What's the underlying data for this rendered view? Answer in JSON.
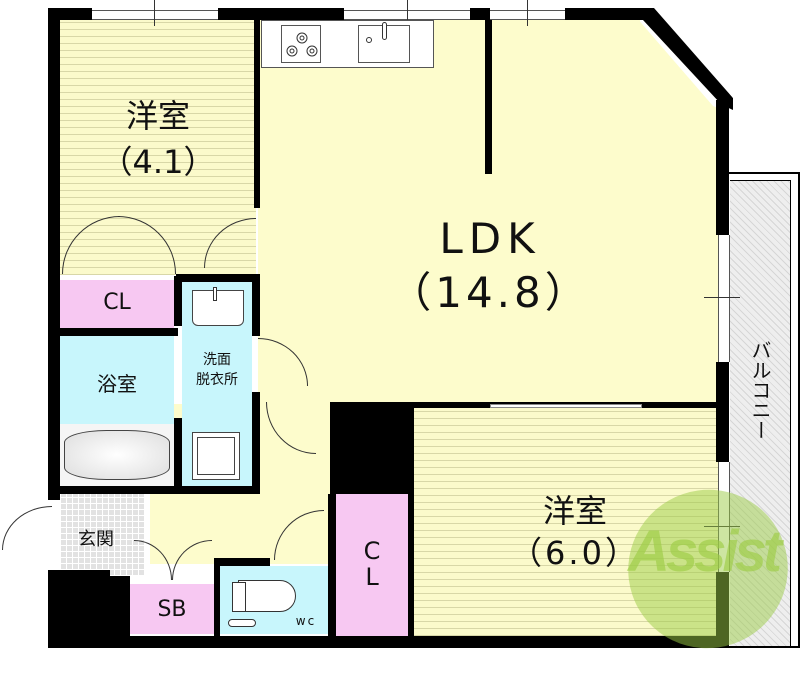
{
  "floorplan": {
    "rooms": {
      "western_room_1": {
        "name": "洋室",
        "size": "（4.1）"
      },
      "ldk": {
        "name": "LDK",
        "size": "（14.8）"
      },
      "western_room_2": {
        "name": "洋室",
        "size": "（6.0）"
      },
      "closet_1": {
        "name": "CL"
      },
      "closet_2": {
        "name": "C\nL",
        "line1": "C",
        "line2": "L"
      },
      "bathroom": {
        "name": "浴室"
      },
      "washroom": {
        "name_line1": "洗面",
        "name_line2": "脱衣所"
      },
      "entrance": {
        "name": "玄関"
      },
      "shoe_box": {
        "name": "SB"
      },
      "toilet": {
        "name": "WC"
      },
      "balcony": {
        "name": "バルコニー"
      }
    },
    "watermark": {
      "text": "Assist"
    },
    "colors": {
      "wood_floor": "#fbfacb",
      "ldk_floor": "#fdfccc",
      "closet": "#f7c8f2",
      "wet_area": "#c8f6fc",
      "entrance_tile": "#e2e2e2",
      "balcony": "#eeeeee",
      "wall": "#000000",
      "watermark_green": "#9ccc45",
      "watermark_red": "#e05050"
    }
  }
}
